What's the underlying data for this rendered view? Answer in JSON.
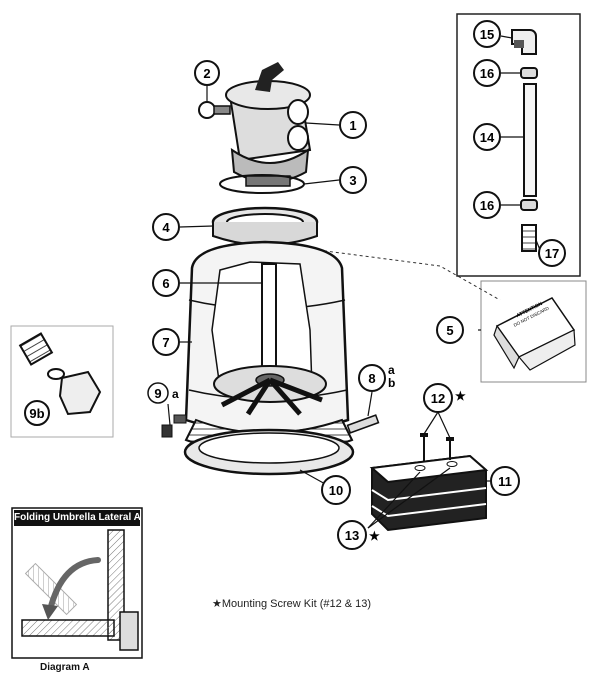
{
  "callouts": {
    "c1": "1",
    "c2": "2",
    "c3": "3",
    "c4": "4",
    "c5": "5",
    "c6": "6",
    "c7": "7",
    "c8": "8",
    "c8a": "a",
    "c8b": "b",
    "c9": "9",
    "c9a": "a",
    "c9b": "9b",
    "c10": "10",
    "c11": "11",
    "c12": "12",
    "c13": "13",
    "c14": "14",
    "c15": "15",
    "c16a": "16",
    "c16b": "16",
    "c17": "17"
  },
  "sign": {
    "line1": "ATTENTION",
    "line2": "DO NOT DISCARD"
  },
  "note": {
    "star": "★",
    "text": "Mounting Screw Kit (#12 & 13)"
  },
  "diagram_a": {
    "title": "Folding Umbrella Lateral Assembly",
    "caption": "Diagram A"
  },
  "markers": {
    "star12": "★",
    "star13": "★"
  }
}
